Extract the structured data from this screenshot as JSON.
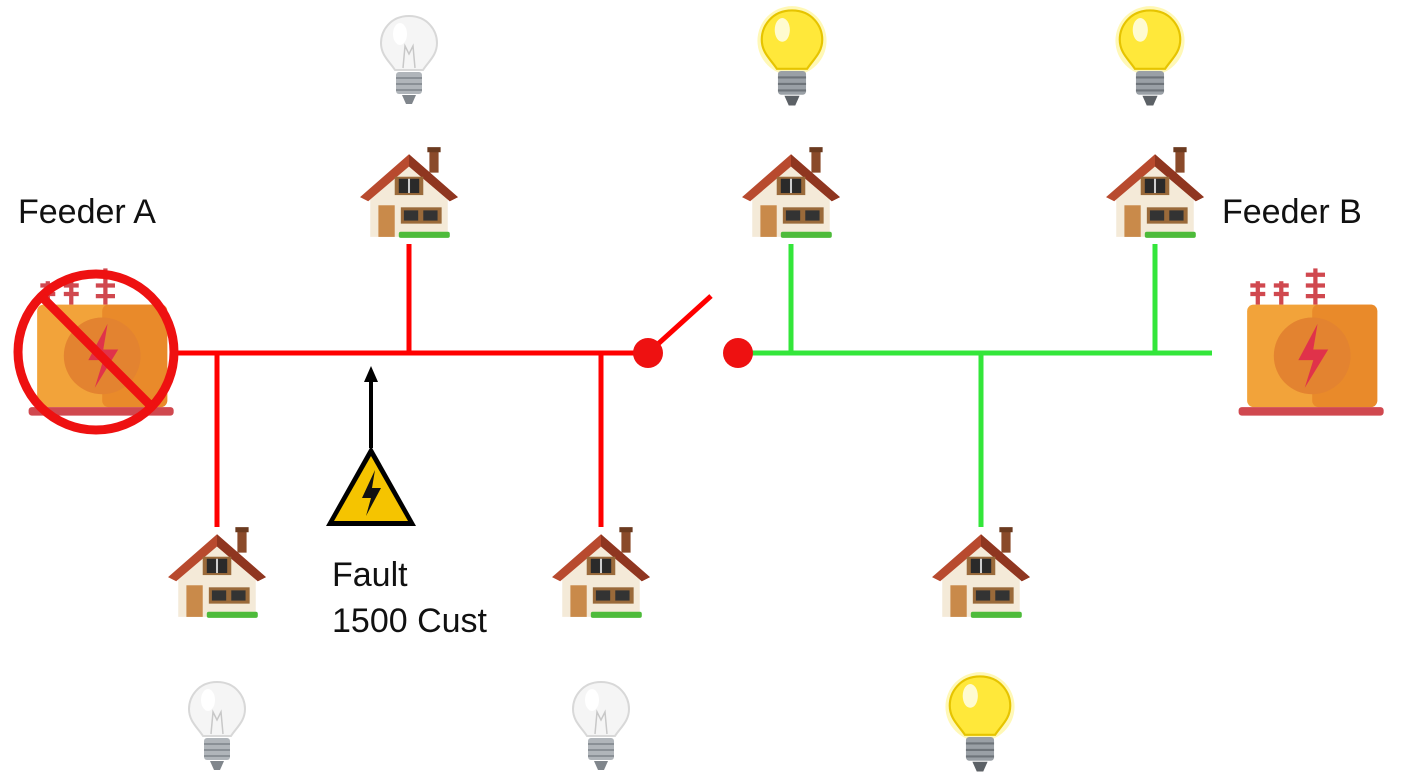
{
  "labels": {
    "feeder_a": "Feeder A",
    "feeder_b": "Feeder B",
    "fault": "Fault",
    "fault_customers": "1500 Cust"
  },
  "colors": {
    "feeder_a_line": "#ff0000",
    "feeder_b_line": "#33e63a",
    "switch_node": "#ee1111",
    "no_power_sign": "#ee1111",
    "bulb_lit": "#ffee3a",
    "bulb_off": "#f2f2f2",
    "substation_body": "#f2a33a",
    "warning_fill": "#f5c400"
  },
  "icons": {
    "house": "house-icon",
    "bulb_lit": "light-bulb-on-icon",
    "bulb_off": "light-bulb-off-icon",
    "substation": "substation-transformer-icon",
    "no_power": "no-power-icon",
    "warning": "high-voltage-warning-icon",
    "switch": "open-switch-icon"
  }
}
